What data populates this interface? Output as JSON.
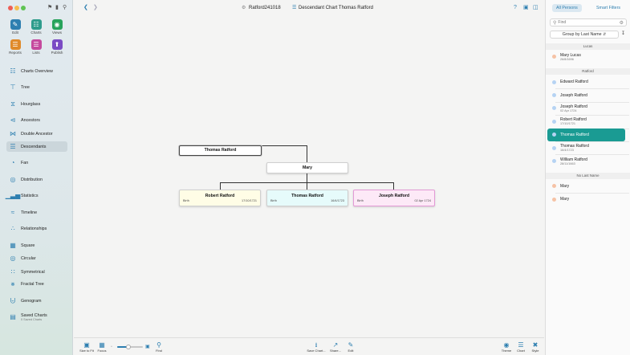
{
  "window": {
    "file_name": "Ratford241018",
    "chart_title": "Descendant Chart Thomas Ratford"
  },
  "colors": {
    "accent": "#2e7fb0",
    "selected_row": "#1a9b93",
    "female_dot": "#f6c3a6",
    "male_dot": "#b6d3f3",
    "box_yellow": "#fffde6",
    "box_cyan": "#e6fbfb",
    "box_pink": "#fde9f7",
    "box_pink_border": "#e39ad6"
  },
  "toolbar_buttons": [
    {
      "label": "Edit",
      "icon": "pencil-icon",
      "color": "#2e7fb0"
    },
    {
      "label": "Charts",
      "icon": "charts-icon",
      "color": "#2f9c8c"
    },
    {
      "label": "Views",
      "icon": "eye-icon",
      "color": "#27a35b"
    },
    {
      "label": "Reports",
      "icon": "report-icon",
      "color": "#e08a2a"
    },
    {
      "label": "Lists",
      "icon": "list-icon",
      "color": "#c54a9e"
    },
    {
      "label": "Publish",
      "icon": "publish-icon",
      "color": "#7a4bc4"
    }
  ],
  "nav": [
    {
      "label": "Charts Overview",
      "icon": "charts-overview-icon",
      "active": false
    },
    {
      "label": "Tree",
      "icon": "tree-icon",
      "active": false
    },
    {
      "label": "Hourglass",
      "icon": "hourglass-icon",
      "active": false
    },
    {
      "label": "Ancestors",
      "icon": "ancestors-icon",
      "active": false
    },
    {
      "label": "Double Ancestor",
      "icon": "double-ancestor-icon",
      "active": false
    },
    {
      "label": "Descendants",
      "icon": "descendants-icon",
      "active": true
    },
    {
      "label": "Fan",
      "icon": "fan-icon",
      "active": false
    },
    {
      "label": "Distribution",
      "icon": "distribution-icon",
      "active": false
    },
    {
      "label": "Statistics",
      "icon": "statistics-icon",
      "active": false
    },
    {
      "label": "Timeline",
      "icon": "timeline-icon",
      "active": false
    },
    {
      "label": "Relationships",
      "icon": "relationships-icon",
      "active": false
    },
    {
      "label": "Square",
      "icon": "square-icon",
      "active": false
    },
    {
      "label": "Circular",
      "icon": "circular-icon",
      "active": false
    },
    {
      "label": "Symmetrical",
      "icon": "symmetrical-icon",
      "active": false
    },
    {
      "label": "Fractal Tree",
      "icon": "fractal-tree-icon",
      "active": false
    },
    {
      "label": "Genogram",
      "icon": "genogram-icon",
      "active": false
    },
    {
      "label": "Saved Charts",
      "icon": "saved-charts-icon",
      "active": false,
      "sub": "0 Saved Charts"
    }
  ],
  "chart": {
    "root": "Thomas Ratford",
    "spouse": "Mary",
    "children": [
      {
        "name": "Robert Ratford",
        "label": "Birth",
        "date": "17/10/1721"
      },
      {
        "name": "Thomas Ratford",
        "label": "Birth",
        "date": "16/4/1723"
      },
      {
        "name": "Joseph Ratford",
        "label": "Birth",
        "date": "02 Apr 1724"
      }
    ]
  },
  "bottom_left": [
    {
      "label": "Size to Fit",
      "icon": "size-to-fit-icon"
    },
    {
      "label": "Focus",
      "icon": "focus-icon"
    }
  ],
  "zoom": {
    "value": 45
  },
  "bottom_find": {
    "label": "Find",
    "icon": "find-icon"
  },
  "bottom_mid": [
    {
      "label": "Save Chart...",
      "icon": "save-chart-icon"
    },
    {
      "label": "Share...",
      "icon": "share-icon"
    },
    {
      "label": "Edit",
      "icon": "edit-chart-icon"
    }
  ],
  "bottom_right": [
    {
      "label": "Theme",
      "icon": "theme-icon"
    },
    {
      "label": "Chart",
      "icon": "chart-settings-icon"
    },
    {
      "label": "Style",
      "icon": "style-icon"
    }
  ],
  "right_panel": {
    "tabs": [
      "All Persons",
      "Smart Filters"
    ],
    "search_placeholder": "Find",
    "group_by": "Group by Last Name",
    "sections": [
      {
        "header": "Lucas",
        "people": [
          {
            "name": "Mary Lucas",
            "date": "26/8/1696",
            "sex": "female",
            "selected": false
          }
        ]
      },
      {
        "header": "Ratford",
        "people": [
          {
            "name": "Edward Ratford",
            "date": "",
            "sex": "male",
            "selected": false
          },
          {
            "name": "Joseph Ratford",
            "date": "",
            "sex": "male",
            "selected": false
          },
          {
            "name": "Joseph Ratford",
            "date": "02 Apr 1724",
            "sex": "male",
            "selected": false
          },
          {
            "name": "Robert Ratford",
            "date": "17/10/1721",
            "sex": "male",
            "selected": false
          },
          {
            "name": "Thomas Ratford",
            "date": "",
            "sex": "male",
            "selected": true
          },
          {
            "name": "Thomas Ratford",
            "date": "16/4/1723",
            "sex": "male",
            "selected": false
          },
          {
            "name": "William Ratford",
            "date": "28/11/1663",
            "sex": "male",
            "selected": false
          }
        ]
      },
      {
        "header": "No Last Name",
        "people": [
          {
            "name": "Mary",
            "date": "",
            "sex": "female",
            "selected": false
          },
          {
            "name": "Mary",
            "date": "",
            "sex": "female",
            "selected": false
          }
        ]
      }
    ]
  }
}
